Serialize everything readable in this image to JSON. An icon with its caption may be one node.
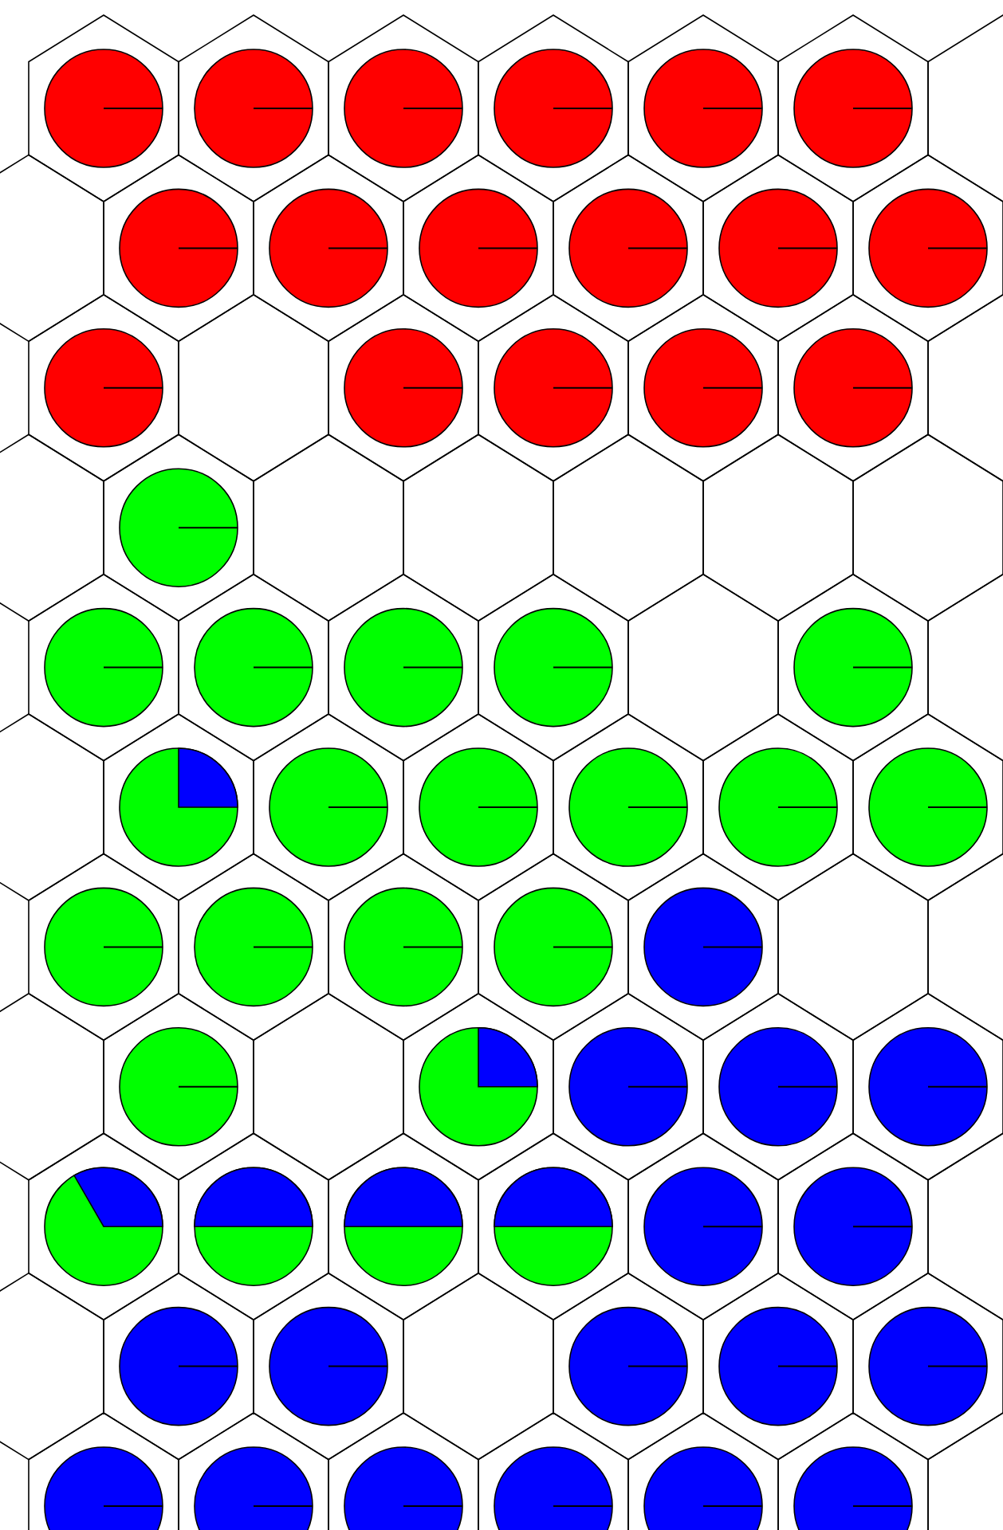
{
  "diagram": {
    "nodes": [
      {
        "text": [],
        "shape": "hexagon"
      },
      {
        "text": [],
        "shape": "hexagon"
      },
      {
        "text": [],
        "shape": "hexagon"
      },
      {
        "text": [],
        "shape": "hexagon"
      },
      {
        "text": [],
        "shape": "hexagon"
      },
      {
        "text": [],
        "shape": "hexagon"
      },
      {
        "text": [],
        "shape": "hexagon"
      },
      {
        "text": [],
        "shape": "hexagon"
      },
      {
        "text": [],
        "shape": "hexagon"
      },
      {
        "text": [],
        "shape": "hexagon"
      },
      {
        "text": [],
        "shape": "hexagon"
      },
      {
        "text": [],
        "shape": "hexagon"
      },
      {
        "text": [],
        "shape": "hexagon"
      },
      {
        "text": [],
        "shape": "hexagon"
      },
      {
        "text": [],
        "shape": "hexagon"
      },
      {
        "text": [],
        "shape": "hexagon"
      },
      {
        "text": [],
        "shape": "hexagon"
      },
      {
        "text": [],
        "shape": "hexagon"
      },
      {
        "text": [],
        "shape": "hexagon"
      },
      {
        "text": [],
        "shape": "hexagon"
      },
      {
        "text": [],
        "shape": "hexagon"
      },
      {
        "text": [],
        "shape": "hexagon"
      },
      {
        "text": [],
        "shape": "hexagon"
      },
      {
        "text": [],
        "shape": "hexagon"
      },
      {
        "text": [],
        "shape": "hexagon"
      },
      {
        "text": [],
        "shape": "hexagon"
      },
      {
        "text": [],
        "shape": "hexagon"
      },
      {
        "text": [],
        "shape": "hexagon"
      },
      {
        "text": [],
        "shape": "hexagon"
      },
      {
        "text": [],
        "shape": "hexagon"
      },
      {
        "text": [],
        "shape": "hexagon"
      },
      {
        "text": [],
        "shape": "hexagon"
      },
      {
        "text": [],
        "shape": "hexagon"
      },
      {
        "text": [],
        "shape": "hexagon"
      },
      {
        "text": [],
        "shape": "hexagon"
      },
      {
        "text": [],
        "shape": "hexagon"
      },
      {
        "text": [],
        "shape": "hexagon"
      },
      {
        "text": [],
        "shape": "hexagon"
      },
      {
        "text": [],
        "shape": "hexagon"
      },
      {
        "text": [],
        "shape": "hexagon"
      },
      {
        "text": [],
        "shape": "hexagon"
      },
      {
        "text": [],
        "shape": "hexagon"
      },
      {
        "text": [],
        "shape": "hexagon"
      },
      {
        "text": [],
        "shape": "hexagon"
      },
      {
        "text": [],
        "shape": "hexagon"
      },
      {
        "text": [],
        "shape": "hexagon"
      },
      {
        "text": [],
        "shape": "hexagon"
      },
      {
        "text": [],
        "shape": "hexagon"
      },
      {
        "text": [],
        "shape": "hexagon"
      },
      {
        "text": [],
        "shape": "hexagon"
      },
      {
        "text": [],
        "shape": "hexagon"
      },
      {
        "text": [],
        "shape": "hexagon"
      },
      {
        "text": [],
        "shape": "hexagon"
      },
      {
        "text": [],
        "shape": "hexagon"
      },
      {
        "text": [],
        "shape": "hexagon"
      },
      {
        "text": [],
        "shape": "hexagon"
      },
      {
        "text": [],
        "shape": "hexagon"
      },
      {
        "text": [],
        "shape": "hexagon"
      },
      {
        "text": [],
        "shape": "hexagon"
      },
      {
        "text": [],
        "shape": "hexagon"
      },
      {
        "text": [],
        "shape": "hexagon"
      },
      {
        "text": [],
        "shape": "hexagon"
      },
      {
        "text": [],
        "shape": "hexagon"
      },
      {
        "text": [],
        "shape": "hexagon"
      },
      {
        "text": [],
        "shape": "hexagon"
      },
      {
        "text": [],
        "shape": "hexagon"
      }
    ]
  }
}
